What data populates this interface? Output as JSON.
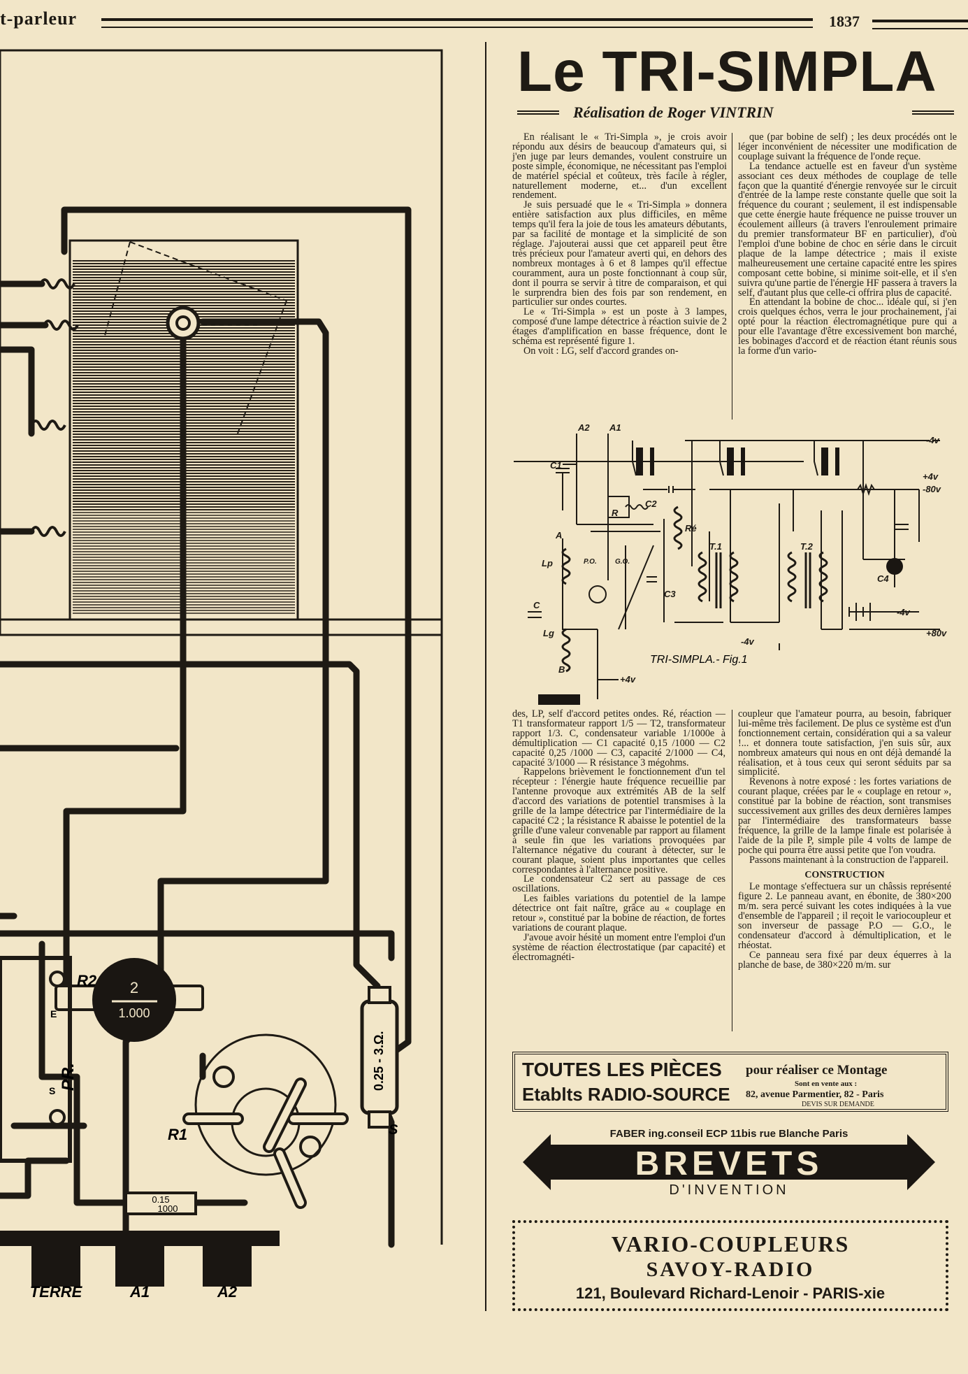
{
  "header": {
    "publication": "t-parleur",
    "page_number": "1837"
  },
  "article": {
    "title": "Le TRI-SIMPLA",
    "byline": "Réalisation de Roger VINTRIN",
    "col1": [
      "En réalisant le « Tri-Simpla », je crois avoir répondu aux désirs de beaucoup d'amateurs qui, si j'en juge par leurs demandes, voulent construire un poste simple, économique, ne nécessitant pas l'emploi de matériel spécial et coûteux, très facile à régler, naturellement moderne, et... d'un excellent rendement.",
      "Je suis persuadé que le « Tri-Simpla » donnera entière satisfaction aux plus difficiles, en même temps qu'il fera la joie de tous les amateurs débutants, par sa facilité de montage et la simplicité de son réglage. J'ajouterai aussi que cet appareil peut être très précieux pour l'amateur averti qui, en dehors des nombreux montages à 6 et 8 lampes qu'il effectue couramment, aura un poste fonctionnant à coup sûr, dont il pourra se servir à titre de comparaison, et qui le surprendra bien des fois par son rendement, en particulier sur ondes courtes.",
      "Le « Tri-Simpla » est un poste à 3 lampes, composé d'une lampe détectrice à réaction suivie de 2 étages d'amplification en basse fréquence, dont le schéma est représenté figure 1.",
      "On voit : LG, self d'accord grandes on-"
    ],
    "col2": [
      "que (par bobine de self) ; les deux procédés ont le léger inconvénient de nécessiter une modification de couplage suivant la fréquence de l'onde reçue.",
      "La tendance actuelle est en faveur d'un système associant ces deux méthodes de couplage de telle façon que la quantité d'énergie renvoyée sur le circuit d'entrée de la lampe reste constante quelle que soit la fréquence du courant ; seulement, il est indispensable que cette énergie haute fréquence ne puisse trouver un écoulement ailleurs (à travers l'enroulement primaire du premier transformateur BF en particulier), d'où l'emploi d'une bobine de choc en série dans le circuit plaque de la lampe détectrice ; mais il existe malheureusement une certaine capacité entre les spires composant cette bobine, si minime soit-elle, et il s'en suivra qu'une partie de l'énergie HF passera à travers la self, d'autant plus que celle-ci offrira plus de capacité.",
      "En attendant la bobine de choc... idéale qui, si j'en crois quelques échos, verra le jour prochainement, j'ai opté pour la réaction électromagnétique pure qui a pour elle l'avantage d'être excessivement bon marché, les bobinages d'accord et de réaction étant réunis sous la forme d'un vario-"
    ],
    "col3": [
      "des, LP, self d'accord petites ondes. Ré, réaction — T1 transformateur rapport 1/5 — T2, transformateur rapport 1/3. C, condensateur variable 1/1000e à démultiplication — C1 capacité 0,15 /1000 — C2 capacité 0,25 /1000 — C3, capacité 2/1000 — C4, capacité 3/1000 — R résistance 3 mégohms.",
      "Rappelons brièvement le fonctionnement d'un tel récepteur : l'énergie haute fréquence recueillie par l'antenne provoque aux extrémités AB de la self d'accord des variations de potentiel transmises à la grille de la lampe détectrice par l'intermédiaire de la capacité C2 ; la résistance R abaisse le potentiel de la grille d'une valeur convenable par rapport au filament à seule fin que les variations provoquées par l'alternance négative du courant à détecter, sur le courant plaque, soient plus importantes que celles correspondantes à l'alternance positive.",
      "Le condensateur C2 sert au passage de ces oscillations.",
      "Les faibles variations du potentiel de la lampe détectrice ont fait naître, grâce au « couplage en retour », constitué par la bobine de réaction, de fortes variations de courant plaque.",
      "J'avoue avoir hésité un moment entre l'emploi d'un système de réaction électrostatique (par capacité) et électromagnéti-"
    ],
    "col4": [
      "coupleur que l'amateur pourra, au besoin, fabriquer lui-même très facilement. De plus ce système est d'un fonctionnement certain, considération qui a sa valeur !... et donnera toute satisfaction, j'en suis sûr, aux nombreux amateurs qui nous en ont déjà demandé la réalisation, et à tous ceux qui seront séduits par sa simplicité.",
      "Revenons à notre exposé : les fortes variations de courant plaque, créées par le « couplage en retour », constitué par la bobine de réaction, sont transmises successivement aux grilles des deux dernières lampes par l'intermédiaire des transformateurs basse fréquence, la grille de la lampe finale est polarisée à l'aide de la pile P, simple pile 4 volts de lampe de poche qui pourra être aussi petite que l'on voudra.",
      "Passons maintenant à la construction de l'appareil."
    ],
    "col4_heading": "CONSTRUCTION",
    "col4b": [
      "Le montage s'effectuera sur un châssis représenté figure 2. Le panneau avant, en ébonite, de 380×200 m/m. sera percé suivant les cotes indiquées à la vue d'ensemble de l'appareil ; il reçoit le variocoupleur et son inverseur de passage P.O — G.O., le condensateur d'accord à démultiplication, et le rhéostat.",
      "Ce panneau sera fixé par deux équerres à la planche de base, de 380×220 m/m. sur"
    ]
  },
  "schematic": {
    "caption": "TRI-SIMPLA.- Fig.1",
    "labels": {
      "a2": "A2",
      "a1": "A1",
      "c1": "C1",
      "c2": "C2",
      "r": "R",
      "re": "Ré",
      "a": "A",
      "lp": "Lp",
      "po": "P.O.",
      "go": "G.O.",
      "c": "C",
      "lg": "Lg",
      "b": "B",
      "c3": "C3",
      "t1": "T.1",
      "t2": "T.2",
      "c4": "C4"
    },
    "supplies": [
      "-4v",
      "+4v",
      "-80v",
      "-4v",
      "-4v",
      "+80v",
      "+4v"
    ]
  },
  "wiring": {
    "terminals": [
      "TERRE",
      "A1",
      "A2"
    ],
    "labels": {
      "r2": "R2",
      "knob_num": "2",
      "knob_den": "1.000",
      "pr": "PR.",
      "e": "E",
      "s_left": "S",
      "r1": "R1",
      "resistor": "0.25 - 3.Ω.",
      "s_right": "S",
      "cap_num": "0.15",
      "cap_den": "1000"
    }
  },
  "ads": {
    "ad1": {
      "main": "TOUTES LES PIÈCES",
      "sub": "pour réaliser ce Montage",
      "small": "Sont en vente aux :",
      "etabl": "Etablts RADIO-SOURCE",
      "address": "82, avenue Parmentier, 82 - Paris",
      "devis": "DEVIS SUR DEMANDE"
    },
    "ad2": {
      "top": "FABER ing.conseil ECP 11bis rue Blanche Paris",
      "main": "BREVETS",
      "sub": "D'INVENTION"
    },
    "ad3": {
      "line1": "VARIO-COUPLEURS",
      "line2": "SAVOY-RADIO",
      "line3": "121, Boulevard Richard-Lenoir - PARIS-xie"
    }
  }
}
